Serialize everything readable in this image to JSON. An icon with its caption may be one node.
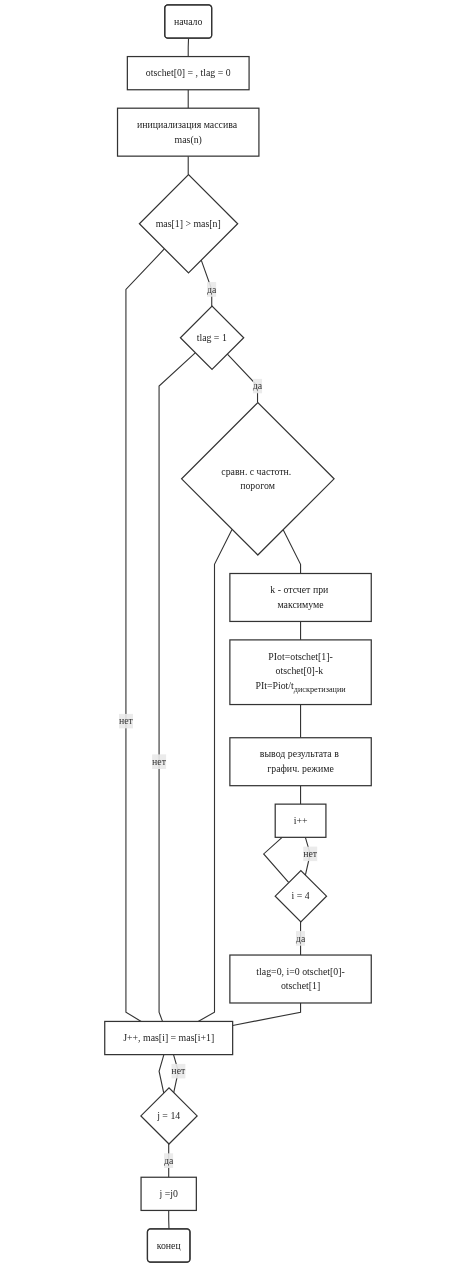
{
  "diagram": {
    "nodes": [
      {
        "text": [
          "начало"
        ]
      },
      {
        "text": [
          "otschet[0] = , tlag = 0"
        ]
      },
      {
        "text": [
          "инициализация массива mas(n)"
        ]
      },
      {
        "text": [
          "mas[1] > mas[n]"
        ]
      },
      {
        "text": [
          "tlag = 1"
        ]
      },
      {
        "text": [
          "сравн. с частотн. порогом"
        ]
      },
      {
        "text": [
          "k - отсчет при максимуме"
        ]
      },
      {
        "text": [
          "PIot=otschet[1]-otschet[0]-k PIt=Piot/t$_{дискретизации}$"
        ]
      },
      {
        "text": [
          "вывод результата в графич. режиме"
        ]
      },
      {
        "text": [
          "i++"
        ]
      },
      {
        "text": [
          "i = 4"
        ]
      },
      {
        "text": [
          "tlag=0, i=0 otschet[0]-otschet[1]"
        ]
      },
      {
        "text": [
          "J++, mas[i] = mas[i+1]"
        ]
      },
      {
        "text": [
          "j = 14"
        ]
      },
      {
        "text": [
          "j =j0"
        ]
      },
      {
        "text": [
          "конец"
        ]
      }
    ],
    "edges": [
      {
        "from": 0,
        "to": 1,
        "arrow": "none"
      },
      {
        "from": 1,
        "to": 2,
        "arrow": "none"
      },
      {
        "from": 2,
        "to": 3,
        "arrow": "none"
      },
      {
        "from": 3,
        "to": 4,
        "arrow": "none",
        "label": "да"
      },
      {
        "from": 3,
        "to": 12,
        "arrow": "none",
        "label": "нет"
      },
      {
        "from": 4,
        "to": 5,
        "arrow": "none",
        "label": "да"
      },
      {
        "from": 4,
        "to": 12,
        "arrow": "none",
        "label": "нет"
      },
      {
        "from": 5,
        "to": 12,
        "arrow": "none"
      },
      {
        "from": 5,
        "to": 6,
        "arrow": "none"
      },
      {
        "from": 6,
        "to": 7,
        "arrow": "none"
      },
      {
        "from": 7,
        "to": 8,
        "arrow": "none"
      },
      {
        "from": 8,
        "to": 9,
        "arrow": "none"
      },
      {
        "from": 9,
        "to": 10,
        "arrow": "none"
      },
      {
        "from": 10,
        "to": 9,
        "arrow": "none",
        "label": "нет"
      },
      {
        "from": 10,
        "to": 11,
        "arrow": "none",
        "label": "да"
      },
      {
        "from": 11,
        "to": 12,
        "arrow": "none"
      },
      {
        "from": 12,
        "to": 13,
        "arrow": "none"
      },
      {
        "from": 13,
        "to": 12,
        "arrow": "none",
        "label": "нет"
      },
      {
        "from": 13,
        "to": 14,
        "arrow": "none",
        "label": "да"
      },
      {
        "from": 14,
        "to": 15,
        "arrow": "none"
      }
    ]
  }
}
